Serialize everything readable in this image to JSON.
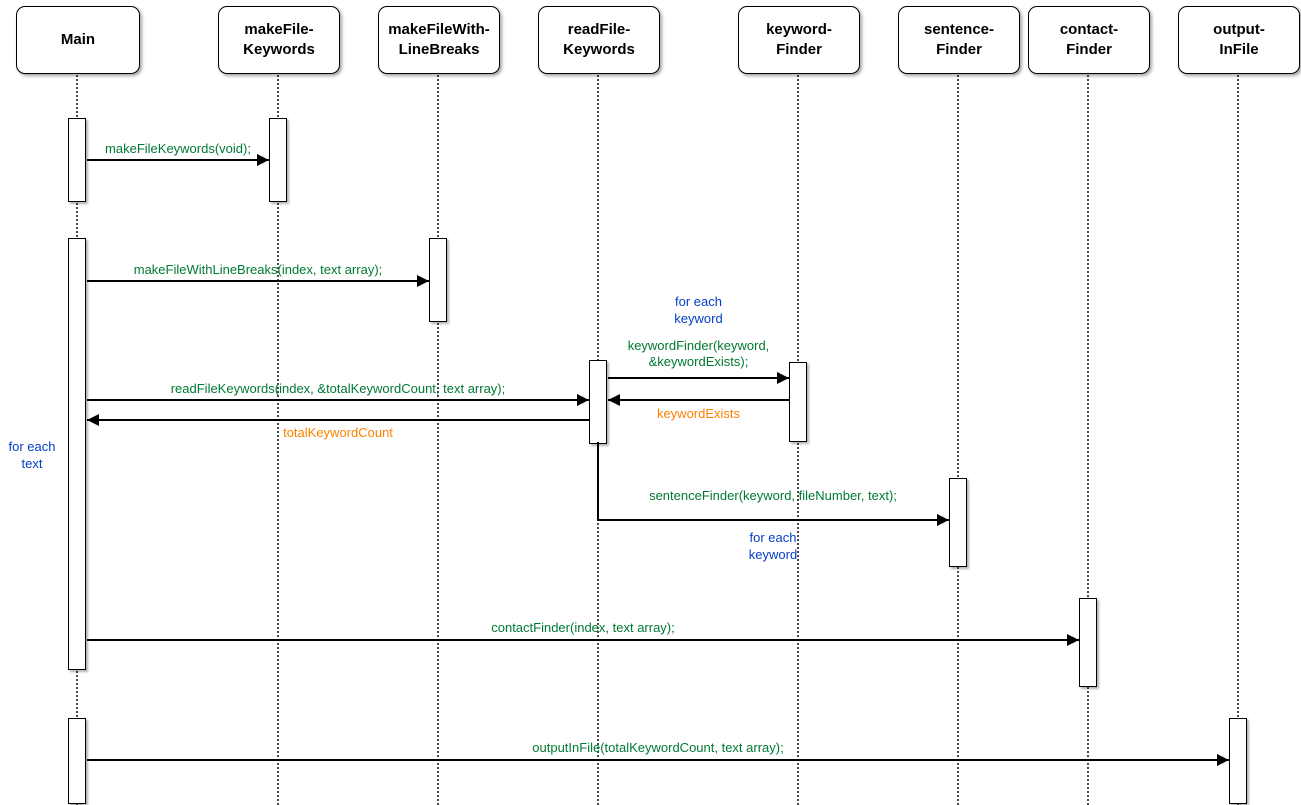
{
  "diagram": {
    "type": "uml-sequence-diagram",
    "colors": {
      "call_label": "#007a33",
      "return_label": "#ff8000",
      "loop_note": "#0540c8",
      "line": "#000000",
      "lifeline": "#4a4a4a",
      "box_fill": "#ffffff"
    },
    "actors": [
      {
        "id": "main",
        "line1": "Main",
        "line2": ""
      },
      {
        "id": "makeFileKeywords",
        "line1": "makeFile-",
        "line2": "Keywords"
      },
      {
        "id": "makeFileWithLineBreaks",
        "line1": "makeFileWith-",
        "line2": "LineBreaks"
      },
      {
        "id": "readFileKeywords",
        "line1": "readFile-",
        "line2": "Keywords"
      },
      {
        "id": "keywordFinder",
        "line1": "keyword-",
        "line2": "Finder"
      },
      {
        "id": "sentenceFinder",
        "line1": "sentence-",
        "line2": "Finder"
      },
      {
        "id": "contactFinder",
        "line1": "contact-",
        "line2": "Finder"
      },
      {
        "id": "outputInFile",
        "line1": "output-",
        "line2": "InFile"
      }
    ],
    "messages": [
      {
        "from": "Main",
        "to": "makeFile-Keywords",
        "kind": "call",
        "label": "makeFileKeywords(void);"
      },
      {
        "from": "Main",
        "to": "makeFileWith-LineBreaks",
        "kind": "call",
        "label": "makeFileWithLineBreaks(index, text array);"
      },
      {
        "from": "Main",
        "to": "readFile-Keywords",
        "kind": "call",
        "label": "readFileKeywords(index, &totalKeywordCount, text array);"
      },
      {
        "from": "readFile-Keywords",
        "to": "Main",
        "kind": "return",
        "label": "totalKeywordCount"
      },
      {
        "from": "readFile-Keywords",
        "to": "keyword-Finder",
        "kind": "call",
        "label": "keywordFinder(keyword,\n&keywordExists);"
      },
      {
        "from": "keyword-Finder",
        "to": "readFile-Keywords",
        "kind": "return",
        "label": "keywordExists"
      },
      {
        "from": "readFile-Keywords",
        "to": "sentence-Finder",
        "kind": "call",
        "label": "sentenceFinder(keyword, fileNumber, text);"
      },
      {
        "from": "Main",
        "to": "contact-Finder",
        "kind": "call",
        "label": "contactFinder(index, text array);"
      },
      {
        "from": "Main",
        "to": "output-InFile",
        "kind": "call",
        "label": "outputInFile(totalKeywordCount, text array);"
      }
    ],
    "annotations": [
      {
        "id": "loop-keyword-top",
        "label": "for each\nkeyword"
      },
      {
        "id": "loop-text-left",
        "label": "for each\ntext"
      },
      {
        "id": "loop-keyword-bottom",
        "label": "for each\nkeyword"
      }
    ]
  }
}
